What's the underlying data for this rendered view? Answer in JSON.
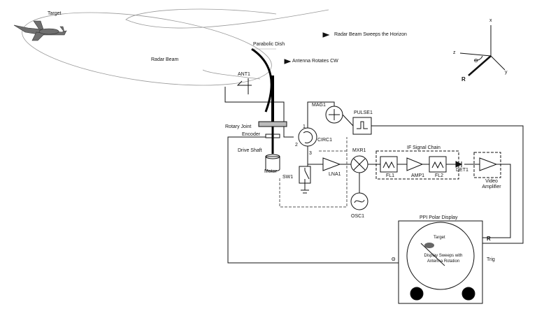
{
  "labels": {
    "target": "Target",
    "sweep": "Radar Beam Sweeps the Horizon",
    "parabolic_dish": "Parabolic Dish",
    "antenna_rotates": "Antenna Rotates CW",
    "radar_beam": "Radar Beam",
    "ant1": "ANT1",
    "mag1": "MAG1",
    "pulse1": "PULSE1",
    "rotary_joint": "Rotary Joint",
    "encoder": "Encoder",
    "circ1": "CIRC1",
    "circ_port1": "1",
    "circ_port2": "2",
    "circ_port3": "3",
    "drive_shaft": "Drive Shaft",
    "motor": "Motor",
    "mxr1": "MXR1",
    "if_chain": "IF Signal Chain",
    "sw1": "SW1",
    "lna1": "LNA1",
    "fl1": "FL1",
    "amp1": "AMP1",
    "fl2": "FL2",
    "det1": "DET1",
    "video_amp": "Video Amplifier",
    "osc1": "OSC1",
    "ppi_title": "PPI Polar Display",
    "ppi_target": "Target",
    "ppi_note": "Display Sweeps with Antenna Rotation",
    "r_in": "R",
    "trig_in": "Trig",
    "theta_in": "Θ",
    "theta_line": "Θ",
    "axis_x": "x",
    "axis_z": "z",
    "axis_y": "y",
    "axis_r": "R",
    "axis_theta": "Θ"
  },
  "colors": {
    "ink": "#111111",
    "dish": "#000000",
    "plane": "#6f6f6f",
    "dash": "#555555"
  }
}
